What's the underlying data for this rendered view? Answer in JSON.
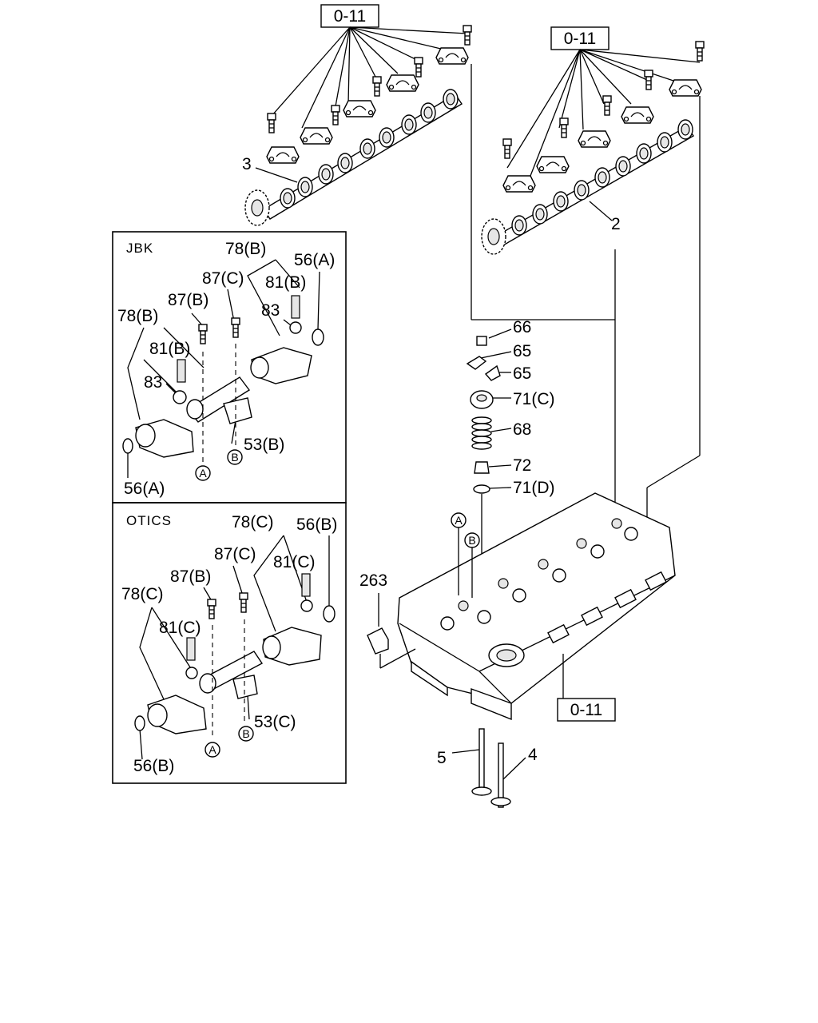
{
  "refs": {
    "top_left": "0-11",
    "top_right": "0-11",
    "head": "0-11"
  },
  "panels": {
    "jbk": {
      "title": "JBK",
      "labels": {
        "l78b_top": "78(B)",
        "l56a_top": "56(A)",
        "l87c": "87(C)",
        "l81b_top": "81(B)",
        "l87b": "87(B)",
        "l83_top": "83",
        "l78b_left": "78(B)",
        "l81b_left": "81(B)",
        "l83_left": "83",
        "l53b": "53(B)",
        "l56a_bottom": "56(A)"
      },
      "markers": {
        "a": "A",
        "b": "B"
      }
    },
    "otics": {
      "title": "OTICS",
      "labels": {
        "l78c_top": "78(C)",
        "l56b_top": "56(B)",
        "l87c": "87(C)",
        "l81c_top": "81(C)",
        "l87b": "87(B)",
        "l78c_left": "78(C)",
        "l81c_left": "81(C)",
        "l53c": "53(C)",
        "l56b_bottom": "56(B)"
      },
      "markers": {
        "a": "A",
        "b": "B"
      }
    }
  },
  "parts": {
    "camshaft_exhaust": "3",
    "camshaft_intake": "2",
    "p66": "66",
    "p65a": "65",
    "p65b": "65",
    "p71c": "71(C)",
    "p68": "68",
    "p72": "72",
    "p71d": "71(D)",
    "p263": "263",
    "p5": "5",
    "p4": "4"
  },
  "head_markers": {
    "a": "A",
    "b": "B"
  }
}
